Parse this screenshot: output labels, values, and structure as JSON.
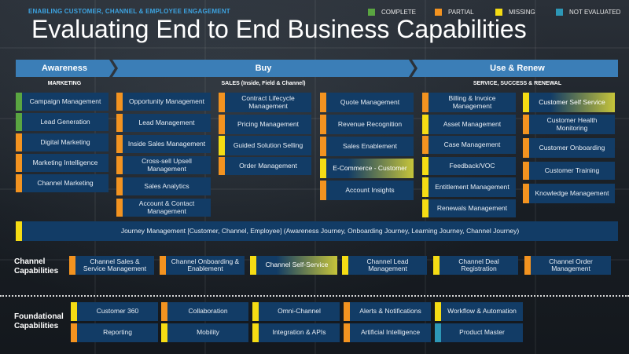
{
  "header": {
    "subtitle": "ENABLING CUSTOMER, CHANNEL & EMPLOYEE ENGAGEMENT",
    "title": "Evaluating End to End Business Capabilities"
  },
  "legend": [
    {
      "label": "COMPLETE",
      "color": "#5aa541"
    },
    {
      "label": "PARTIAL",
      "color": "#f39320"
    },
    {
      "label": "MISSING",
      "color": "#f5dc14"
    },
    {
      "label": "NOT EVALUATED",
      "color": "#2d97b6"
    }
  ],
  "phases": {
    "awareness": "Awareness",
    "buy": "Buy",
    "use_renew": "Use & Renew"
  },
  "sections": {
    "marketing": "MARKETING",
    "sales": "SALES (Inside, Field & Channel)",
    "service": "SERVICE, SUCCESS & RENEWAL"
  },
  "columns": {
    "marketing": [
      {
        "label": "Campaign Management",
        "status": "complete"
      },
      {
        "label": "Lead Generation",
        "status": "complete"
      },
      {
        "label": "Digital Marketing",
        "status": "partial"
      },
      {
        "label": "Marketing Intelligence",
        "status": "partial"
      },
      {
        "label": "Channel Marketing",
        "status": "partial"
      }
    ],
    "sales1": [
      {
        "label": "Opportunity Management",
        "status": "partial"
      },
      {
        "label": "Lead Management",
        "status": "partial"
      },
      {
        "label": "Inside Sales Management",
        "status": "partial"
      },
      {
        "label": "Cross-sell Upsell Management",
        "status": "partial"
      },
      {
        "label": "Sales Analytics",
        "status": "partial"
      },
      {
        "label": "Account & Contact Management",
        "status": "partial"
      }
    ],
    "sales2": [
      {
        "label": "Contract Lifecycle Management",
        "status": "partial"
      },
      {
        "label": "Pricing Management",
        "status": "partial"
      },
      {
        "label": "Guided Solution Selling",
        "status": "missing"
      },
      {
        "label": "Order Management",
        "status": "partial"
      }
    ],
    "sales3": [
      {
        "label": "Quote Management",
        "status": "partial"
      },
      {
        "label": "Revenue Recognition",
        "status": "partial"
      },
      {
        "label": "Sales Enablement",
        "status": "partial"
      },
      {
        "label": "E-Commerce - Customer",
        "status": "missing",
        "gradient": true
      },
      {
        "label": "Account Insights",
        "status": "partial"
      }
    ],
    "service1": [
      {
        "label": "Billing & Invoice Management",
        "status": "partial"
      },
      {
        "label": "Asset Management",
        "status": "missing"
      },
      {
        "label": "Case Management",
        "status": "partial"
      },
      {
        "label": "Feedback/VOC",
        "status": "missing"
      },
      {
        "label": "Entitlement Management",
        "status": "missing"
      },
      {
        "label": "Renewals Management",
        "status": "missing"
      }
    ],
    "service2": [
      {
        "label": "Customer Self Service",
        "status": "missing",
        "gradient": true
      },
      {
        "label": "Customer Health Monitoring",
        "status": "partial"
      },
      {
        "label": "Customer Onboarding",
        "status": "partial"
      },
      {
        "label": "Customer Training",
        "status": "partial"
      },
      {
        "label": "Knowledge Management",
        "status": "partial"
      }
    ]
  },
  "journey": {
    "label": "Journey Management [Customer, Channel, Employee]  (Awareness Journey, Onboarding Journey, Learning Journey, Channel Journey)",
    "status": "missing"
  },
  "channel": {
    "label_line1": "Channel",
    "label_line2": "Capabilities",
    "items": [
      {
        "label": "Channel Sales & Service Management",
        "status": "partial"
      },
      {
        "label": "Channel Onboarding & Enablement",
        "status": "partial"
      },
      {
        "label": "Channel Self-Service",
        "status": "missing",
        "gradient": true
      },
      {
        "label": "Channel Lead Management",
        "status": "missing"
      },
      {
        "label": "Channel Deal Registration",
        "status": "missing"
      },
      {
        "label": "Channel Order Management",
        "status": "partial"
      }
    ]
  },
  "foundational": {
    "label_line1": "Foundational",
    "label_line2": "Capabilities",
    "row1": [
      {
        "label": "Customer 360",
        "status": "missing"
      },
      {
        "label": "Collaboration",
        "status": "partial"
      },
      {
        "label": "Omni-Channel",
        "status": "missing"
      },
      {
        "label": "Alerts & Notifications",
        "status": "partial"
      },
      {
        "label": "Workflow & Automation",
        "status": "missing"
      }
    ],
    "row2": [
      {
        "label": "Reporting",
        "status": "partial"
      },
      {
        "label": "Mobility",
        "status": "missing"
      },
      {
        "label": "Integration & APIs",
        "status": "missing"
      },
      {
        "label": "Artificial Intelligence",
        "status": "partial"
      },
      {
        "label": "Product Master",
        "status": "not_evaluated"
      }
    ]
  }
}
